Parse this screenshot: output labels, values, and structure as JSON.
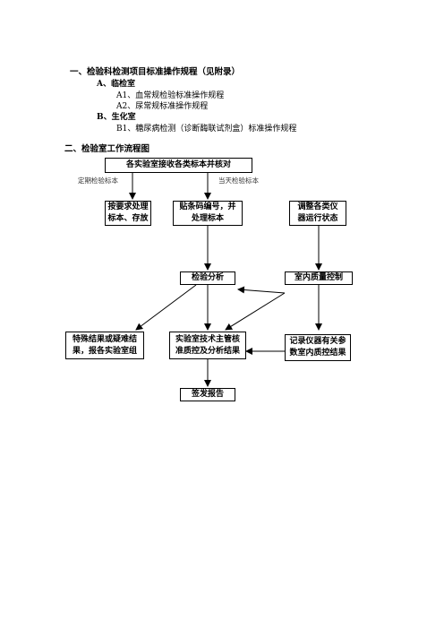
{
  "sections": {
    "s1": {
      "title": "一、检验科检测项目标准操作规程（见附录）",
      "a": {
        "label": "A、临检室",
        "items": [
          "A1、血常规检验标准操作规程",
          "A2、尿常规标准操作规程"
        ]
      },
      "b": {
        "label": "B、生化室",
        "items": [
          "B1、糖尿病检测（诊断酶联试剂盒）标准操作规程"
        ]
      }
    },
    "s2": {
      "title": "二、检验室工作流程图"
    }
  },
  "flow": {
    "receive": "各实验室接收各类标本并核对",
    "label_periodic": "定期检验标本",
    "label_sameday": "当天检验标本",
    "process_store": [
      "按要求处理",
      "标本、存放"
    ],
    "barcode": [
      "贴条码编号，并",
      "处理标本"
    ],
    "adjust": [
      "调整各类仪",
      "器运行状态"
    ],
    "analysis": "检验分析",
    "qc": "室内质量控制",
    "special": [
      "特殊结果或疑难结",
      "果，报各实验室组"
    ],
    "supervisor": [
      "实验室技术主管核",
      "准质控及分析结果"
    ],
    "record": [
      "记录仪器有关参",
      "数室内质控结果"
    ],
    "report": "签发报告"
  }
}
